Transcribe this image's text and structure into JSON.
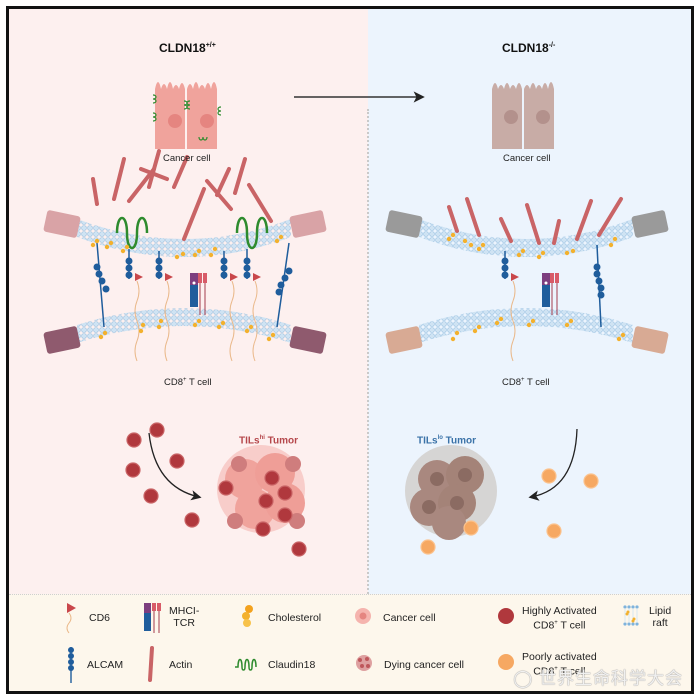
{
  "figure": {
    "type": "graphical-abstract",
    "left_panel": {
      "title_main": "CLDN18",
      "title_sup": "+/+",
      "cell_caption": "Cancer cell",
      "tcell_caption_main": "CD8",
      "tcell_caption_sup": "+",
      "tcell_caption_rest": " T cell",
      "tumor_label_main": "TILs",
      "tumor_label_sup": "hi",
      "tumor_label_rest": " Tumor",
      "tumor_label_color": "#b5474b"
    },
    "right_panel": {
      "title_main": "CLDN18",
      "title_sup": "-/-",
      "cell_caption": "Cancer cell",
      "tcell_caption_main": "CD8",
      "tcell_caption_sup": "+",
      "tcell_caption_rest": " T cell",
      "tumor_label_main": "TILs",
      "tumor_label_sup": "lo",
      "tumor_label_rest": " Tumor",
      "tumor_label_color": "#3a72a8"
    },
    "colors": {
      "left_bg": "#fdf0ef",
      "right_bg": "#ecf4fd",
      "legend_bg": "#fdf7ec",
      "cancer_cell_wt": "#f0a39c",
      "cancer_cell_ko": "#c8aca6",
      "claudin18": "#2e8b2e",
      "actin": "#c96466",
      "alcam": "#1f5d9c",
      "cd6": "#c9474b",
      "cholesterol": "#f3b12e",
      "membrane": "#b8d6ec",
      "highly_activated_t": "#b0383d",
      "poorly_activated_t": "#f6a862"
    },
    "legend": {
      "items": [
        {
          "icon": "cd6-icon",
          "label": "CD6"
        },
        {
          "icon": "mhci-tcr-icon",
          "label": "MHCI-\nTCR",
          "line1": "MHCI-",
          "line2": "TCR"
        },
        {
          "icon": "cholesterol-icon",
          "label": "Cholesterol"
        },
        {
          "icon": "cancer-cell-icon",
          "label": "Cancer cell"
        },
        {
          "icon": "highly-activated-t-cell-icon",
          "line1": "Highly Activated",
          "line2_main": "CD8",
          "line2_sup": "+",
          "line2_rest": " T cell"
        },
        {
          "icon": "lipid-raft-icon",
          "line1": "Lipid",
          "line2": "raft"
        },
        {
          "icon": "alcam-icon",
          "label": "ALCAM"
        },
        {
          "icon": "actin-icon",
          "label": "Actin"
        },
        {
          "icon": "claudin18-icon",
          "label": "Claudin18"
        },
        {
          "icon": "dying-cancer-cell-icon",
          "label": "Dying cancer cell"
        },
        {
          "icon": "poorly-activated-t-cell-icon",
          "line1": "Poorly activated",
          "line2_main": "CD8",
          "line2_sup": "+",
          "line2_rest": " T cell"
        }
      ]
    },
    "watermark": "世界生命科学大会"
  }
}
